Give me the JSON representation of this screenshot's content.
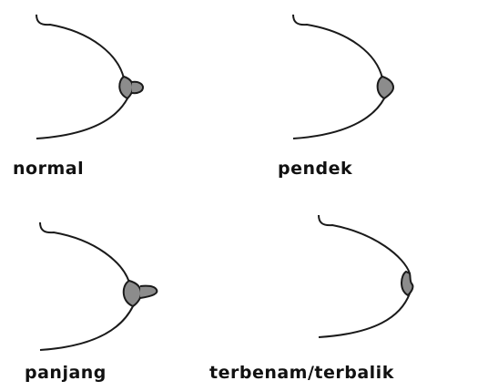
{
  "panels": [
    {
      "id": "normal",
      "label": "normal"
    },
    {
      "id": "pendek",
      "label": "pendek"
    },
    {
      "id": "panjang",
      "label": "panjang"
    },
    {
      "id": "terbenam",
      "label": "terbenam/terbalik"
    }
  ],
  "colors": {
    "outline": "#1a1a1a",
    "areola": "#8c8c8c",
    "text": "#111111"
  }
}
